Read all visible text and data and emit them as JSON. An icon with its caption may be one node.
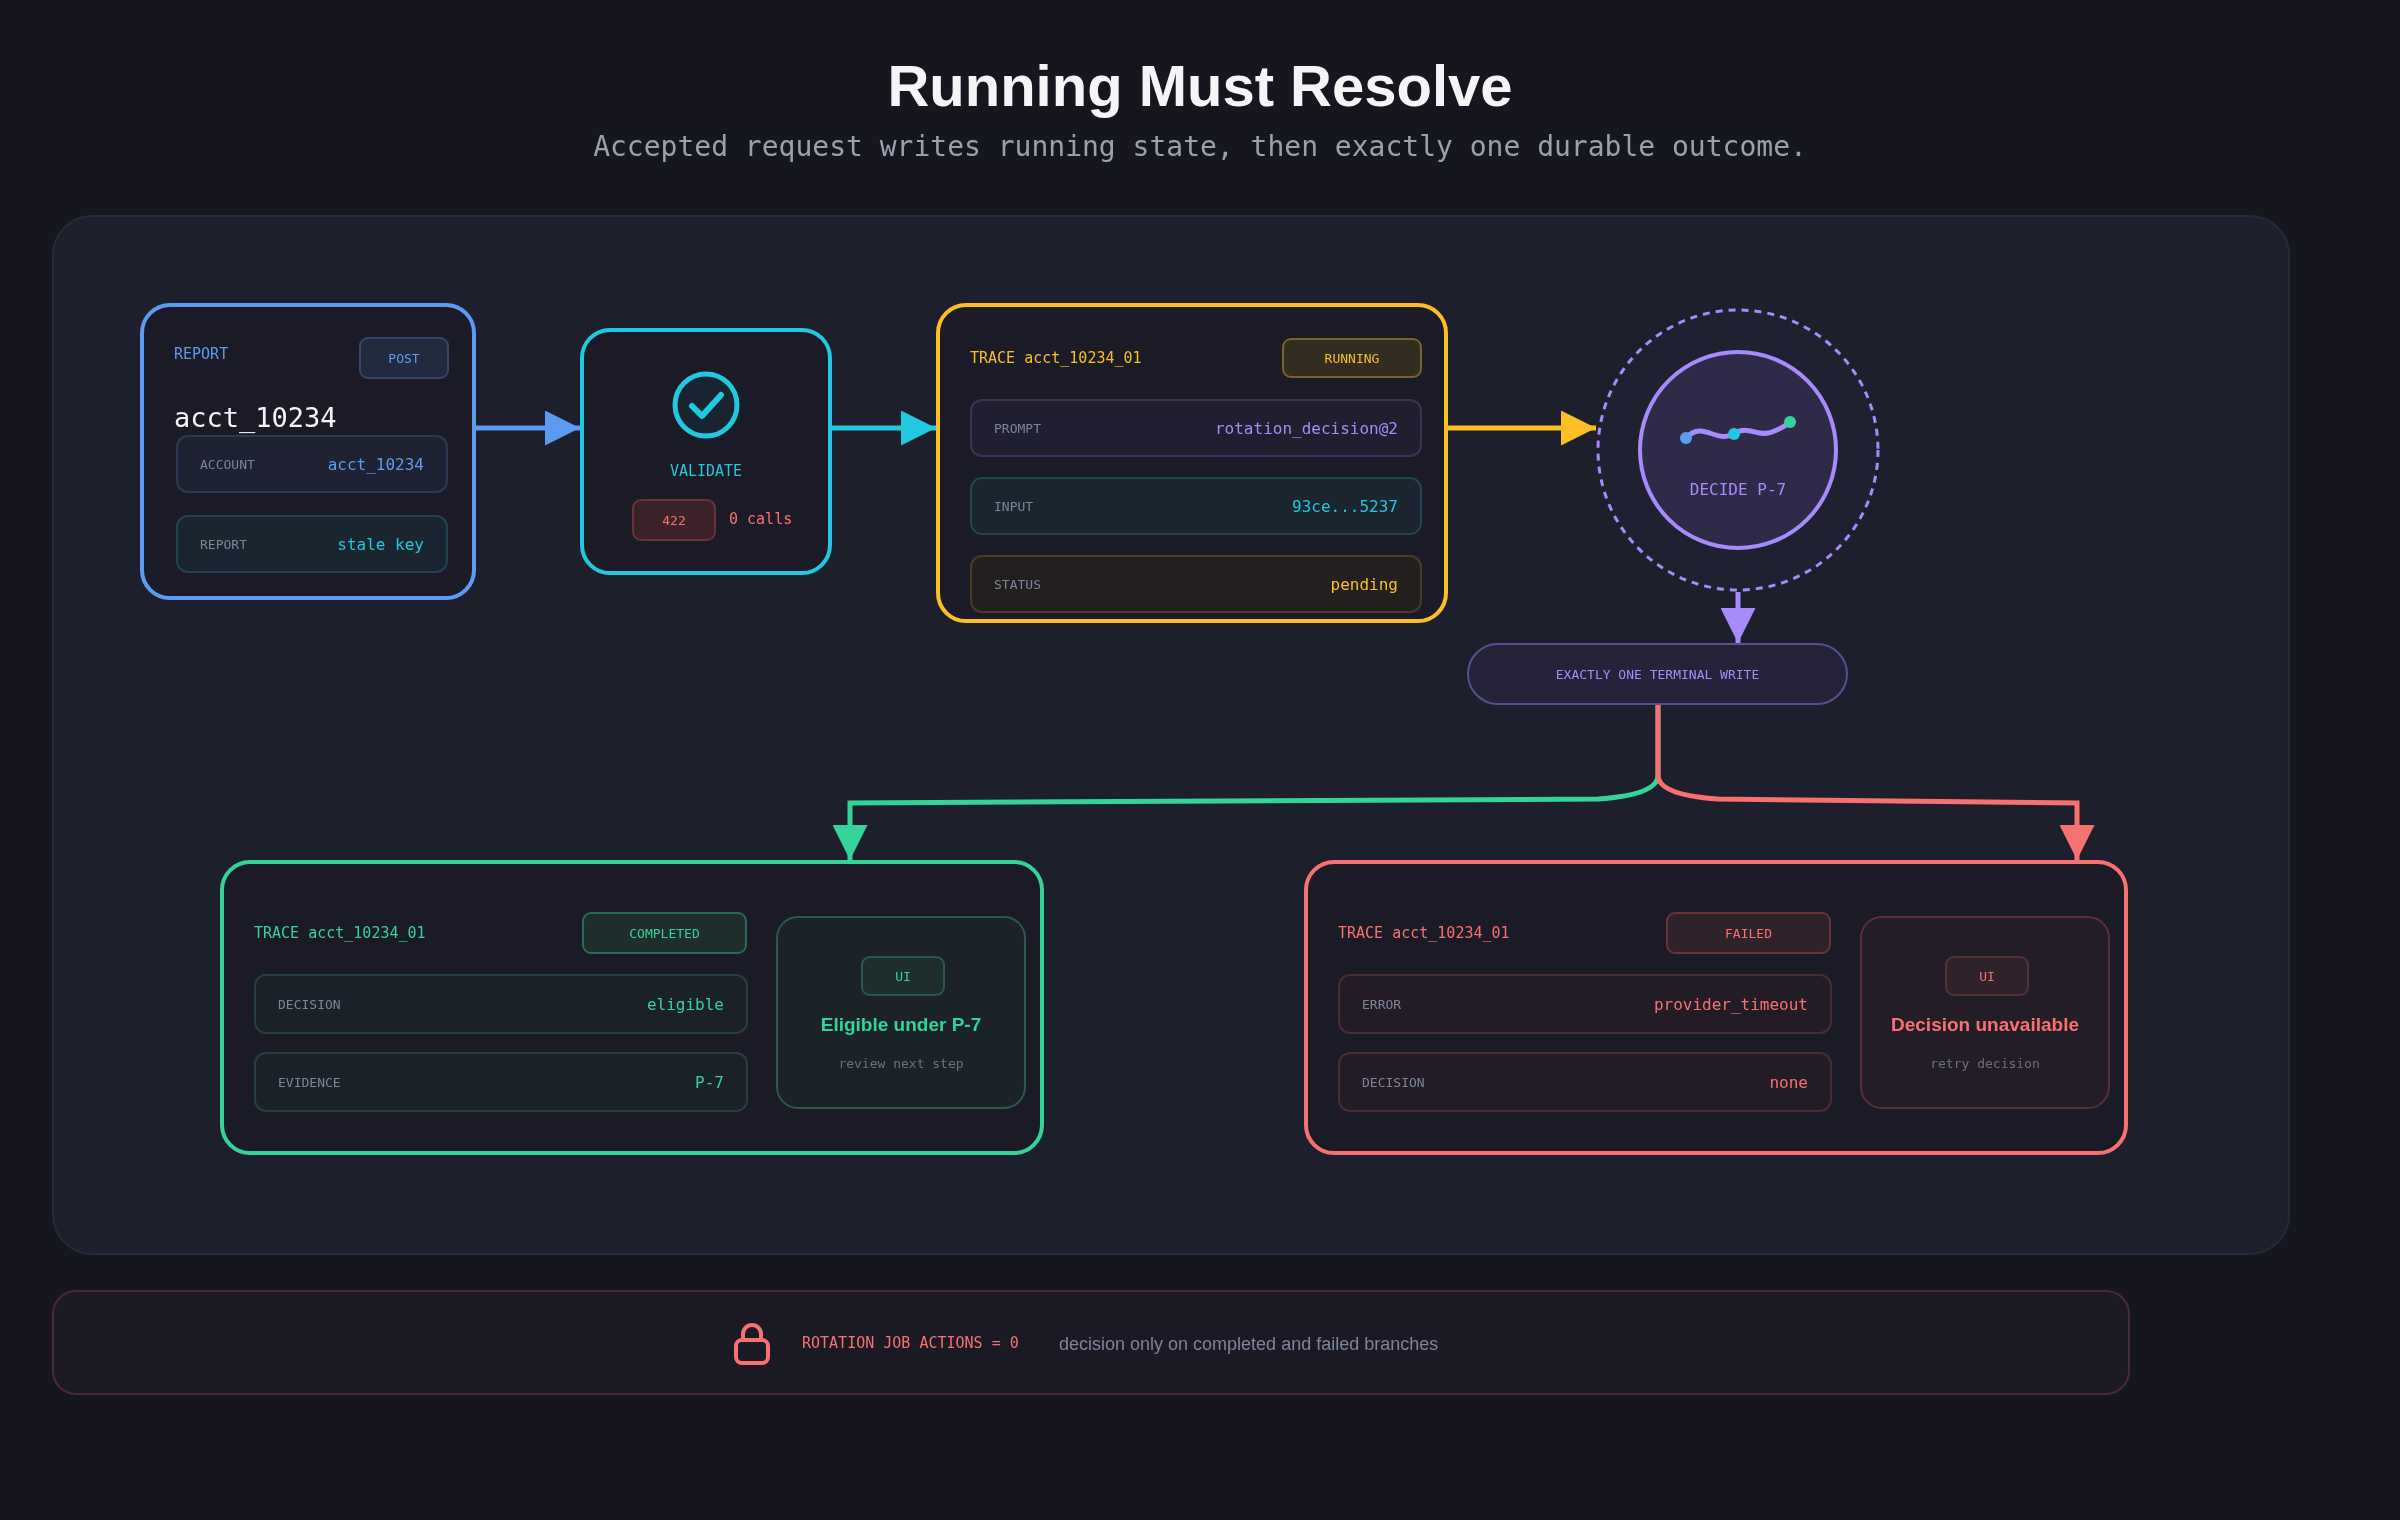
{
  "diagram": {
    "title": "Running Must Resolve",
    "caption": "Accepted request writes running state, then exactly one durable outcome.",
    "nodes": [
      {
        "text": [
          "REPORT",
          "acct_10234"
        ]
      },
      {
        "text": [
          "POST"
        ],
        "in": 0
      },
      {
        "text": [
          "ACCOUNT",
          "acct_10234"
        ],
        "in": 0
      },
      {
        "text": [
          "REPORT",
          "stale key"
        ],
        "in": 0
      },
      {
        "text": [
          "VALIDATE"
        ]
      },
      {
        "text": [
          "422"
        ],
        "in": 4,
        "beside": [
          "0 calls"
        ]
      },
      {
        "text": [
          "TRACE acct_10234_01"
        ]
      },
      {
        "text": [
          "RUNNING"
        ],
        "in": 6
      },
      {
        "text": [
          "PROMPT",
          "rotation_decision@2"
        ],
        "in": 6
      },
      {
        "text": [
          "INPUT",
          "93ce...5237"
        ],
        "in": 6
      },
      {
        "text": [
          "STATUS",
          "pending"
        ],
        "in": 6
      },
      {
        "text": [
          "DECIDE P-7"
        ]
      },
      {
        "text": [
          "EXACTLY ONE TERMINAL WRITE"
        ]
      },
      {
        "text": [
          "TRACE acct_10234_01"
        ]
      },
      {
        "text": [
          "COMPLETED"
        ],
        "in": 13
      },
      {
        "text": [
          "DECISION",
          "eligible"
        ],
        "in": 13
      },
      {
        "text": [
          "EVIDENCE",
          "P-7"
        ],
        "in": 13
      },
      {
        "text": [
          "UI",
          "Eligible under P-7",
          "review next step"
        ],
        "in": 13
      },
      {
        "text": [
          "TRACE acct_10234_01"
        ]
      },
      {
        "text": [
          "FAILED"
        ],
        "in": 18
      },
      {
        "text": [
          "ERROR",
          "provider_timeout"
        ],
        "in": 18
      },
      {
        "text": [
          "DECISION",
          "none"
        ],
        "in": 18
      },
      {
        "text": [
          "UI",
          "Decision unavailable",
          "retry decision"
        ],
        "in": 18
      },
      {
        "text": [
          "ROTATION JOB ACTIONS = 0",
          "decision only on completed and failed branches"
        ]
      }
    ],
    "edges": [
      {
        "from": 0,
        "to": 4,
        "arrow": "to",
        "color": "#5b9cf0"
      },
      {
        "from": 4,
        "to": 6,
        "arrow": "to",
        "color": "#22c7e0"
      },
      {
        "from": 6,
        "to": 11,
        "arrow": "to",
        "color": "#fbbf24"
      },
      {
        "from": 11,
        "to": 12,
        "arrow": "to",
        "color": "#a78bfa"
      },
      {
        "from": 12,
        "to": 13,
        "arrow": "to",
        "color": "#34d399"
      },
      {
        "from": 12,
        "to": 18,
        "arrow": "to",
        "color": "#f87171"
      }
    ]
  }
}
